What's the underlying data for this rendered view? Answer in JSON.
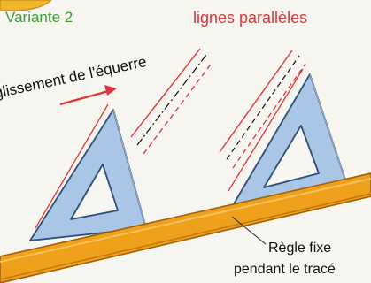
{
  "labels": {
    "variant": "Variante 2",
    "parallel_lines": "lignes parallèles",
    "slide": "glissement de l'équerre",
    "ruler_line1": "Règle fixe",
    "ruler_line2": "pendant le tracé"
  },
  "colors": {
    "background": "#f7f5ef",
    "variant_text": "#3f9a3a",
    "parallel_text": "#e0343a",
    "red_line": "#e0343a",
    "set_square_fill": "#a9c6e6",
    "set_square_edge": "#2f4e78",
    "ruler_fill": "#f0a11b",
    "ruler_edge": "#a0600a"
  },
  "icons": {
    "arrow": "red-arrow-icon"
  }
}
